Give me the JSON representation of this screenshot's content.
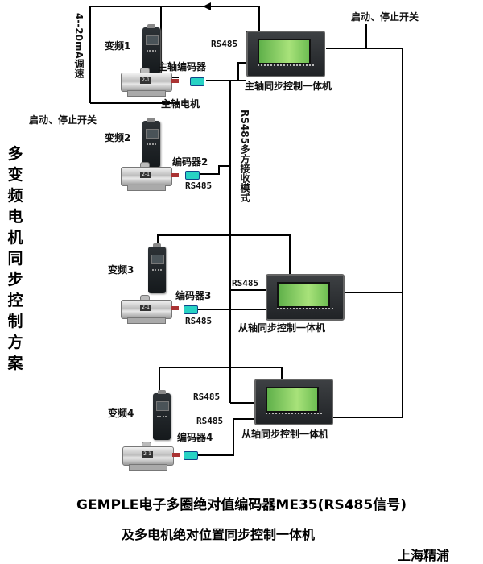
{
  "labels": {
    "start_stop_top": "启动、停止开关",
    "start_stop_left": "启动、停止开关",
    "analog_adjust": "4--20mA调速",
    "vfd1": "变频1",
    "vfd2": "变频2",
    "vfd3": "变频3",
    "vfd4": "变频4",
    "main_encoder": "主轴编码器",
    "main_motor": "主轴电机",
    "encoder2": "编码器2",
    "encoder3": "编码器3",
    "encoder4": "编码器4",
    "rs485_main": "RS485",
    "rs485_enc2": "RS485",
    "rs485_ctrl1": "RS485",
    "rs485_enc3": "RS485",
    "rs485_ctrl2": "RS485",
    "rs485_enc4": "RS485",
    "rs485_multi": "RS485多方接收模式",
    "main_controller": "主轴同步控制一体机",
    "slave_controller_1": "从轴同步控制一体机",
    "slave_controller_2": "从轴同步控制一体机",
    "motor_plate": "2-1"
  },
  "title_vertical": [
    "多",
    "变",
    "频",
    "电",
    "机",
    "同",
    "步",
    "控",
    "制",
    "方",
    "案"
  ],
  "bottom": {
    "line1": "GEMPLE电子多圈绝对值编码器ME35(RS485信号)",
    "line2": "及多电机绝对位置同步控制一体机",
    "company": "上海精浦"
  }
}
